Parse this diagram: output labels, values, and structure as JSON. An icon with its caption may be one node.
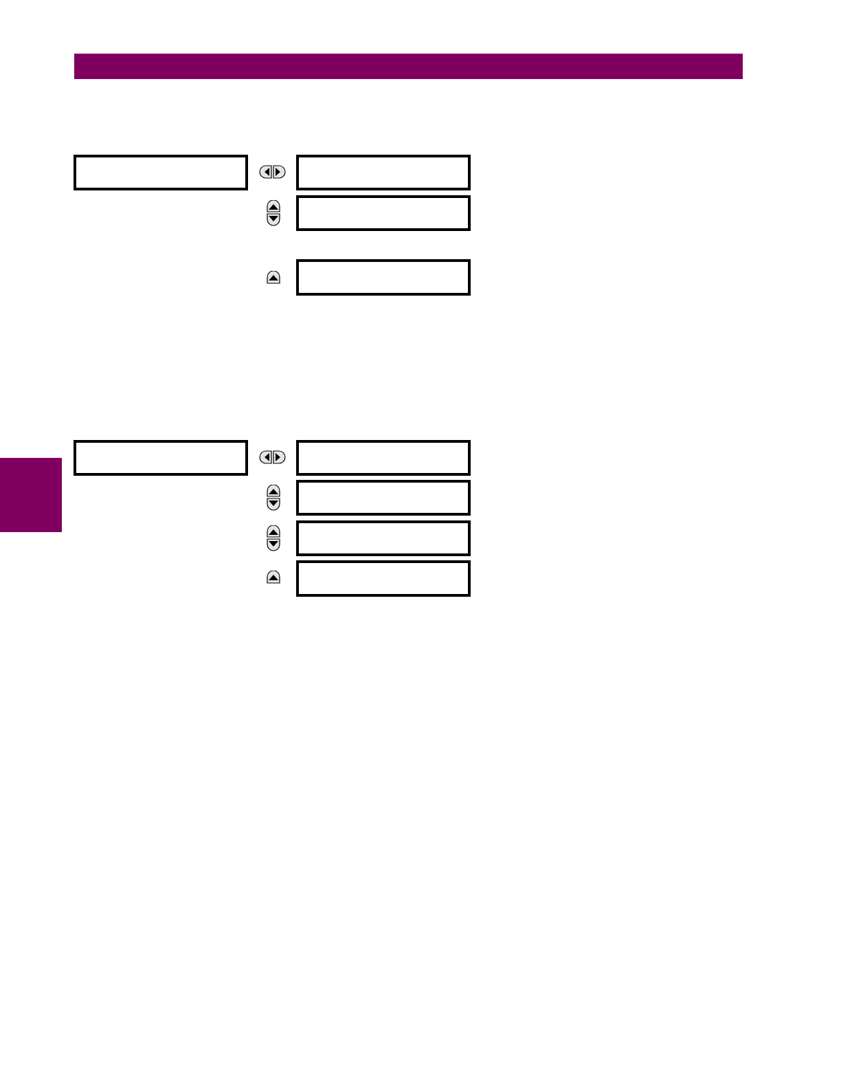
{
  "diagram": {
    "nodes": [
      {
        "text": [],
        "shape": "box"
      },
      {
        "text": [],
        "shape": "box"
      },
      {
        "text": [],
        "shape": "box"
      },
      {
        "text": [],
        "shape": "box"
      },
      {
        "text": [],
        "shape": "box"
      },
      {
        "text": [],
        "shape": "box"
      },
      {
        "text": [],
        "shape": "box"
      },
      {
        "text": [],
        "shape": "box"
      },
      {
        "text": [],
        "shape": "box"
      },
      {
        "text": [],
        "shape": "bar"
      }
    ]
  }
}
